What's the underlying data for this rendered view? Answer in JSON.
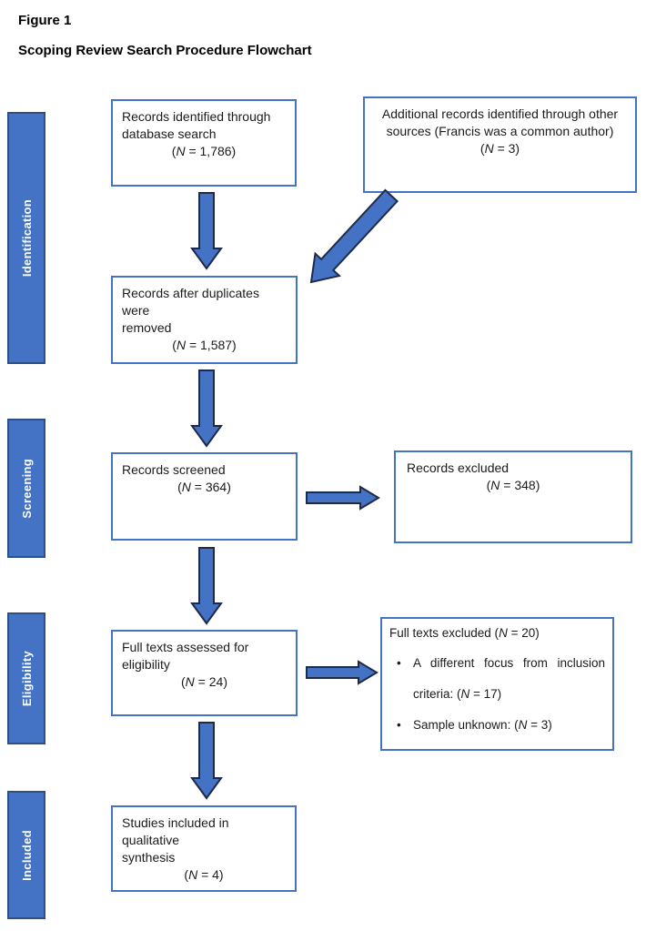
{
  "colors": {
    "box_border": "#4472C4",
    "bar_fill": "#4472C4",
    "bar_border": "#2C4E8A",
    "arrow_fill": "#4472C4",
    "arrow_border": "#1E2B48"
  },
  "header": {
    "figure_label": "Figure 1",
    "title": "Scoping Review Search Procedure Flowchart"
  },
  "sidebar": {
    "stages": [
      {
        "label": "Identification"
      },
      {
        "label": "Screening"
      },
      {
        "label": "Eligibility"
      },
      {
        "label": "Included"
      }
    ]
  },
  "boxes": {
    "identified": {
      "lines": [
        "Records identified through",
        "database search"
      ],
      "n_open": "(",
      "n": "N",
      "n_rest": " = 1,786)"
    },
    "additional": {
      "lines": [
        "Additional records identified through other",
        "sources (Francis was a common author)"
      ],
      "n_open": "(",
      "n": "N",
      "n_rest": " = 3)"
    },
    "duplicates": {
      "lines": [
        "Records after duplicates  were",
        "removed"
      ],
      "n_open": "(",
      "n": "N",
      "n_rest": " = 1,587)"
    },
    "screened": {
      "lines": [
        "Records screened"
      ],
      "n_open": "(",
      "n": "N",
      "n_rest": " = 364)"
    },
    "excluded": {
      "lines": [
        "Records excluded"
      ],
      "n_open": "(",
      "n": "N",
      "n_rest": " = 348)"
    },
    "fulltext": {
      "lines": [
        "Full texts assessed for eligibility"
      ],
      "n_open": "(",
      "n": "N",
      "n_rest": " = 24)"
    },
    "fulltext_excluded": {
      "title_before": "Full texts excluded (",
      "title_n": "N",
      "title_after": " = 20)",
      "bullet_char": "•",
      "bullets": [
        {
          "before": "A different focus from inclusion criteria: (",
          "n": "N",
          "after": " = 17)"
        },
        {
          "before": "Sample unknown: (",
          "n": "N",
          "after": " = 3)"
        }
      ]
    },
    "included": {
      "lines": [
        "Studies included in qualitative",
        "synthesis"
      ],
      "n_open": "(",
      "n": "N",
      "n_rest": " = 4)"
    }
  }
}
